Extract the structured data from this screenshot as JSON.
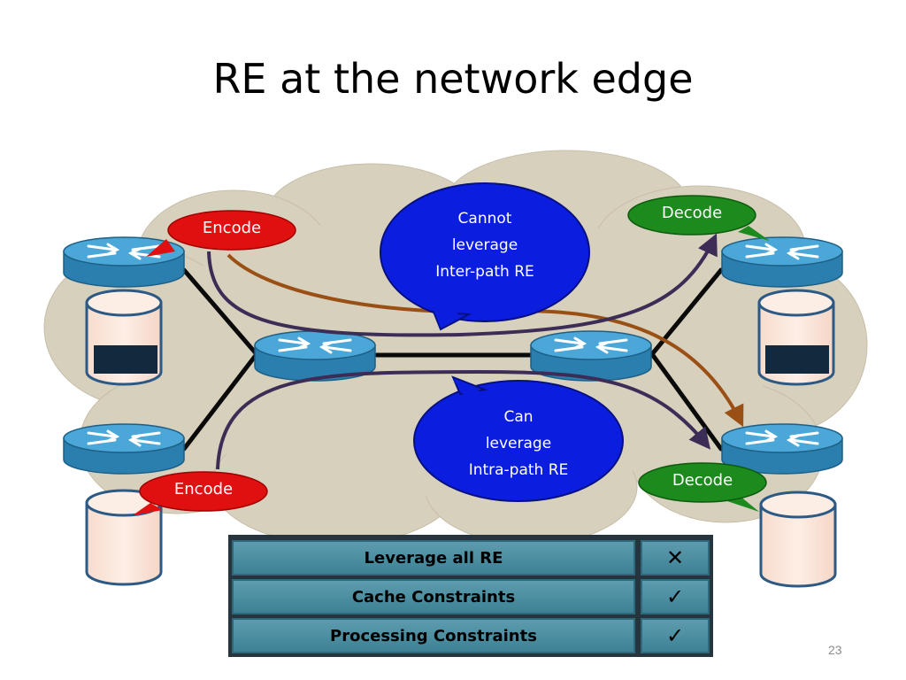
{
  "title": "RE at the network edge",
  "bubbles": {
    "inter": [
      "Cannot",
      "leverage",
      "Inter-path RE"
    ],
    "intra": [
      "Can",
      "leverage",
      "Intra-path RE"
    ]
  },
  "tags": {
    "encode_top": "Encode",
    "encode_bottom": "Encode",
    "decode_top": "Decode",
    "decode_bottom": "Decode"
  },
  "table": {
    "rows": [
      {
        "label": "Leverage all RE",
        "mark": "✕"
      },
      {
        "label": "Cache Constraints",
        "mark": "✓"
      },
      {
        "label": "Processing Constraints",
        "mark": "✓"
      }
    ]
  },
  "page_number": "23",
  "colors": {
    "cloud": "#d7d0bd",
    "router": "#3a93c4",
    "encode": "#e01010",
    "decode": "#1c8a1c",
    "bubble": "#0b1ee0",
    "path_brown": "#9a4f14",
    "path_purple": "#3b2d55"
  }
}
